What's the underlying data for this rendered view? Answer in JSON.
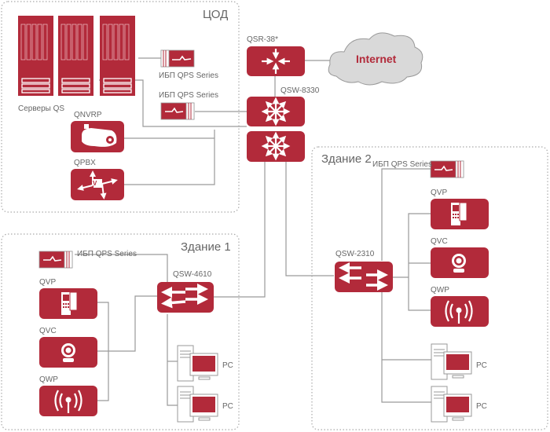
{
  "colors": {
    "accent": "#b22a3a",
    "line": "#9a9a9a",
    "zone_border": "#aaaaaa",
    "cloud": "#d9d9d9"
  },
  "zones": {
    "dc": "ЦОД",
    "building1": "Здание 1",
    "building2": "Здание 2"
  },
  "dc": {
    "servers_label": "Серверы QS",
    "ups1_label": "ИБП QPS Series",
    "ups2_label": "ИБП QPS Series",
    "nvr_label": "QNVRP",
    "pbx_label": "QPBX",
    "pbx_icon_letter": "V"
  },
  "core": {
    "router_label": "QSR-38*",
    "switch_label": "QSW-8330",
    "internet_label": "Internet"
  },
  "building1": {
    "ups_label": "ИБП QPS Series",
    "switch_label": "QSW-4610",
    "devices": [
      {
        "label": "QVP",
        "icon": "intercom-icon"
      },
      {
        "label": "QVC",
        "icon": "webcam-icon"
      },
      {
        "label": "QWP",
        "icon": "wireless-ap-icon"
      }
    ],
    "pcs": [
      "PC",
      "PC"
    ]
  },
  "building2": {
    "ups_label": "ИБП QPS Series",
    "switch_label": "QSW-2310",
    "devices": [
      {
        "label": "QVP",
        "icon": "intercom-icon"
      },
      {
        "label": "QVC",
        "icon": "webcam-icon"
      },
      {
        "label": "QWP",
        "icon": "wireless-ap-icon"
      }
    ],
    "pcs": [
      "PC",
      "PC"
    ]
  }
}
